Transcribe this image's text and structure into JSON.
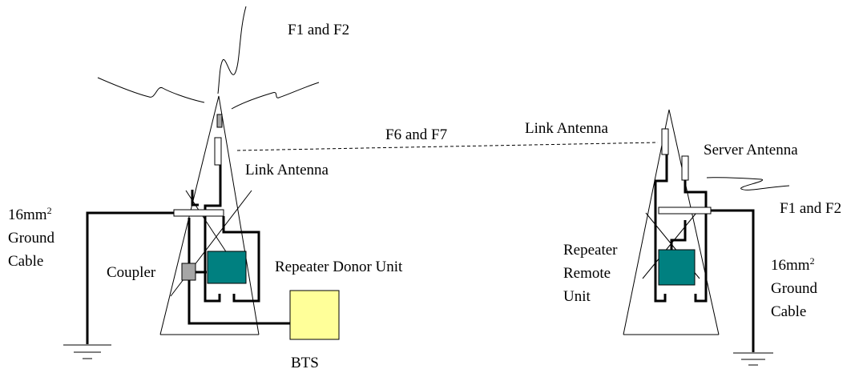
{
  "labels": {
    "donor_rf": "F1 and F2",
    "link_freq": "F6 and F7",
    "link_antenna_left": "Link Antenna",
    "link_antenna_right": "Link Antenna",
    "server_antenna": "Server Antenna",
    "remote_rf": "F1 and F2",
    "ground_left": {
      "line1": "16mm",
      "sup": "2",
      "line2": "Ground",
      "line3": "Cable"
    },
    "ground_right": {
      "line1": "16mm",
      "sup": "2",
      "line2": "Ground",
      "line3": "Cable"
    },
    "coupler": "Coupler",
    "donor_unit": "Repeater Donor Unit",
    "remote_unit": {
      "line1": "Repeater",
      "line2": "Remote",
      "line3": "Unit"
    },
    "bts": "BTS"
  },
  "colors": {
    "repeater_unit": "#008080",
    "bts": "#ffff99",
    "coupler": "#a6a6a6",
    "antenna_small": "#a6a6a6",
    "antenna": "#ffffff"
  }
}
